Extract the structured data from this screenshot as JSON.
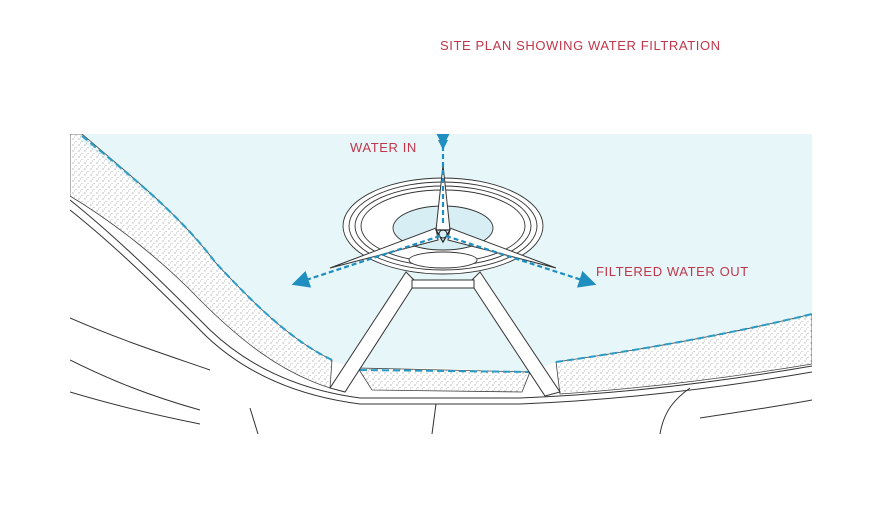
{
  "title": "SITE PLAN SHOWING WATER FILTRATION",
  "labels": {
    "water_in": "WATER IN",
    "filtered_out": "FILTERED WATER OUT"
  },
  "colors": {
    "label_red": "#c0364a",
    "water_fill": "#e6f6f9",
    "flow_blue": "#1f8fc0",
    "edge_dash": "#2a9bc5",
    "line": "#333333"
  }
}
